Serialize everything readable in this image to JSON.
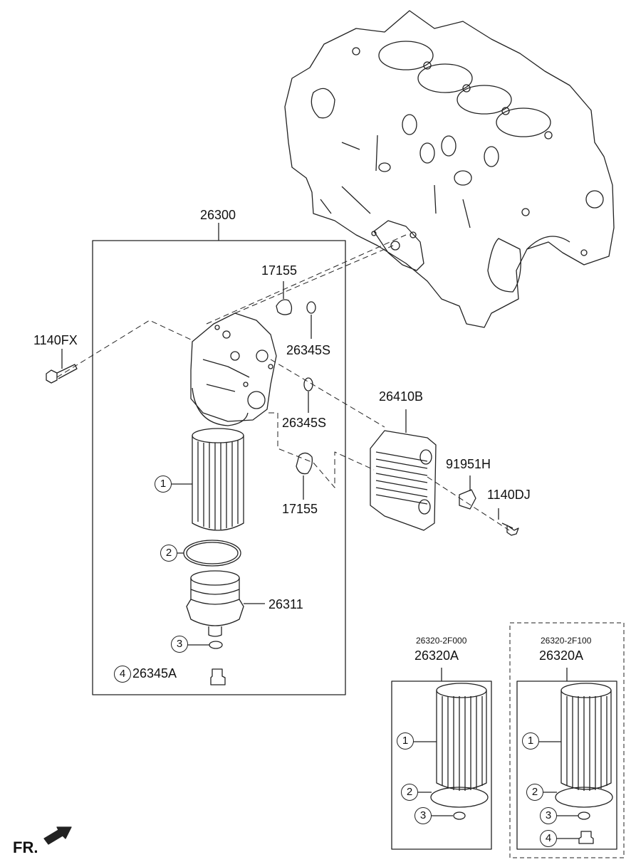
{
  "diagram": {
    "part_labels": {
      "assembly": "26300",
      "oring_top": "17155",
      "oring_bottom": "17155",
      "bolt_left": "1140FX",
      "seal_top": "26345S",
      "seal_mid": "26345S",
      "cooler": "26410B",
      "bracket": "91951H",
      "bolt_right": "1140DJ",
      "cap": "26311",
      "plug": "26345A"
    },
    "kit_1": {
      "code": "26320-2F000",
      "part": "26320A"
    },
    "kit_2": {
      "code": "26320-2F100",
      "part": "26320A"
    },
    "callouts": {
      "one": "1",
      "two": "2",
      "three": "3",
      "four": "4"
    },
    "front_marker": "FR."
  }
}
